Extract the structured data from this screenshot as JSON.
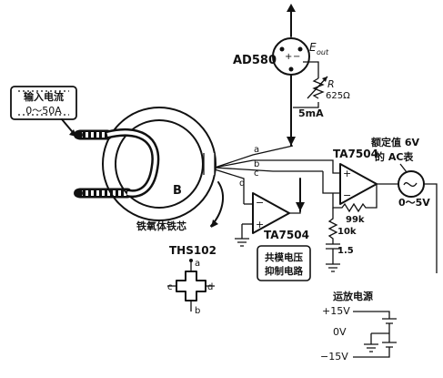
{
  "input_box": {
    "line1": "输入电流",
    "line2": "0～50A"
  },
  "core": {
    "gap_label": "B",
    "caption": "铁氧体铁芯"
  },
  "reference": {
    "part": "AD580",
    "eout": "E",
    "eout_sub": "out",
    "r_label": "R",
    "r_value": "625Ω",
    "current": "5mA"
  },
  "sensor": {
    "part": "THS102",
    "pins": [
      "a",
      "b",
      "c",
      "d"
    ]
  },
  "amp1": {
    "part": "TA7504",
    "cmr_line1": "共模电压",
    "cmr_line2": "抑制电路"
  },
  "amp2": {
    "part": "TA7504",
    "r_fb": "99k",
    "r_in": "10k",
    "cap": "1.5"
  },
  "meter": {
    "line1": "额定值 6V",
    "line2": "的 AC表",
    "range": "0～5V"
  },
  "supply": {
    "title": "运放电源",
    "pos": "+15V",
    "zero": "0V",
    "neg": "−15V"
  }
}
